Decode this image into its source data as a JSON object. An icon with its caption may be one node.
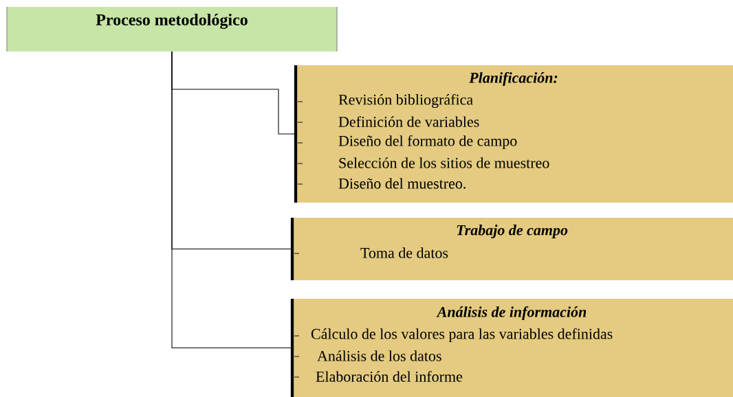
{
  "diagram": {
    "nodes": [
      {
        "text": [
          "Proceso metodológico"
        ]
      },
      {
        "text": [
          "Planificación:",
          "Revisión bibliográfica",
          "Definición  de variables",
          "Diseño del formato de   campo",
          "Selección de los sitios de muestreo",
          "Diseño del muestreo."
        ]
      },
      {
        "text": [
          "Trabajo de campo",
          "Toma de datos"
        ]
      },
      {
        "text": [
          "Análisis de información",
          "Cálculo de los valores para las variables definidas",
          "Análisis de los datos",
          "Elaboración del informe"
        ]
      }
    ],
    "edges": [
      {
        "from": 0,
        "to": 1,
        "arrow": "none"
      },
      {
        "from": 0,
        "to": 2,
        "arrow": "none"
      },
      {
        "from": 0,
        "to": 3,
        "arrow": "none"
      }
    ]
  }
}
